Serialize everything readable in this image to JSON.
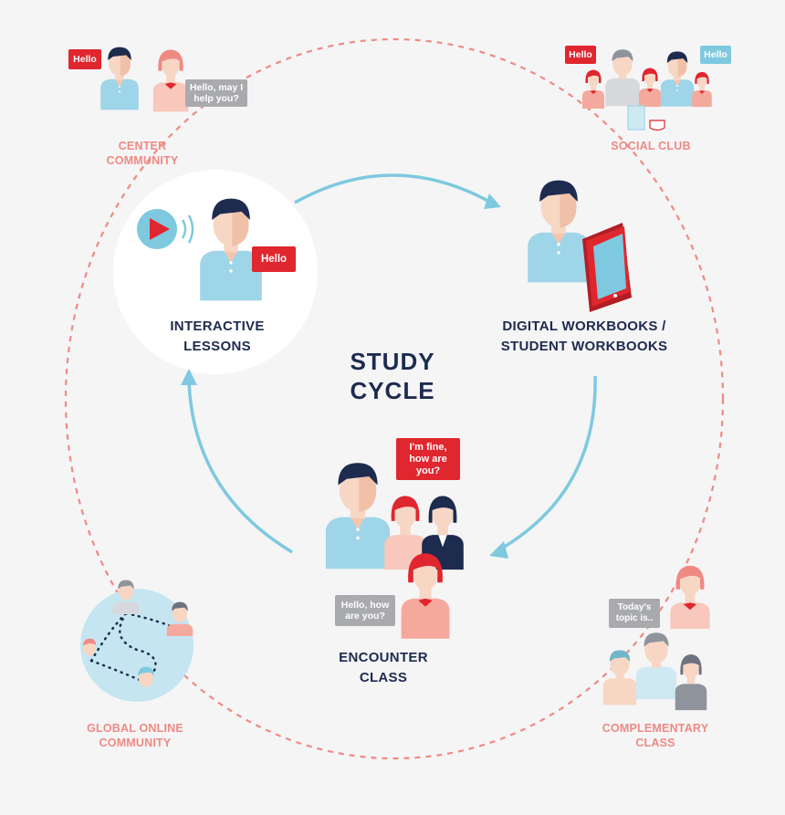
{
  "diagram": {
    "title_line1": "STUDY",
    "title_line2": "CYCLE",
    "inner_nodes": [
      {
        "id": "interactive",
        "line1": "INTERACTIVE",
        "line2": "LESSONS"
      },
      {
        "id": "workbooks",
        "line1": "DIGITAL WORKBOOKS /",
        "line2": "STUDENT WORKBOOKS"
      },
      {
        "id": "encounter",
        "line1": "ENCOUNTER",
        "line2": "CLASS"
      }
    ],
    "outer_nodes": [
      {
        "id": "center",
        "line1": "CENTER",
        "line2": "COMMUNITY"
      },
      {
        "id": "social",
        "line1": "SOCIAL CLUB",
        "line2": ""
      },
      {
        "id": "global",
        "line1": "GLOBAL ONLINE",
        "line2": "COMMUNITY"
      },
      {
        "id": "complementary",
        "line1": "COMPLEMENTARY",
        "line2": "CLASS"
      }
    ]
  },
  "bubbles": {
    "center_hello": "Hello",
    "center_help_1": "Hello, may I",
    "center_help_2": "help you?",
    "social_hello_left": "Hello",
    "social_hello_right": "Hello",
    "interactive_hello": "Hello",
    "encounter_fine_1": "I'm fine,",
    "encounter_fine_2": "how are",
    "encounter_fine_3": "you?",
    "encounter_how_1": "Hello, how",
    "encounter_how_2": "are you?",
    "complementary_topic_1": "Today's",
    "complementary_topic_2": "topic is.."
  },
  "colors": {
    "navy": "#1d2b4f",
    "red": "#e0262e",
    "coral": "#ef8a83",
    "sky": "#7ec9df",
    "grey": "#a9aaad"
  }
}
